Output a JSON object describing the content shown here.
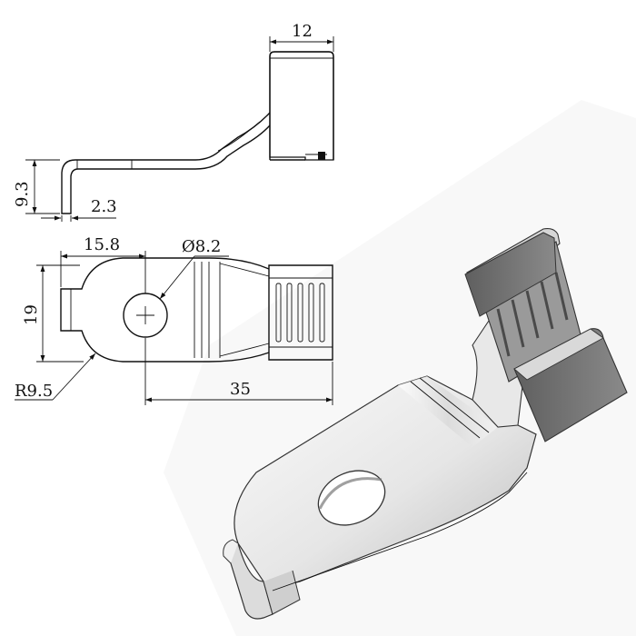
{
  "dimensions": {
    "top_width": "12",
    "side_height": "9.3",
    "thickness": "2.3",
    "hole_offset": "15.8",
    "hole_diameter": "Ø8.2",
    "width": "19",
    "radius": "R9.5",
    "length": "35"
  },
  "colors": {
    "line": "#111111",
    "background": "#ffffff",
    "metal_light": "#f2f2f2",
    "metal_mid": "#cfcfcf",
    "metal_dark": "#6d6d6d",
    "shadow": "#e9e9e9"
  }
}
